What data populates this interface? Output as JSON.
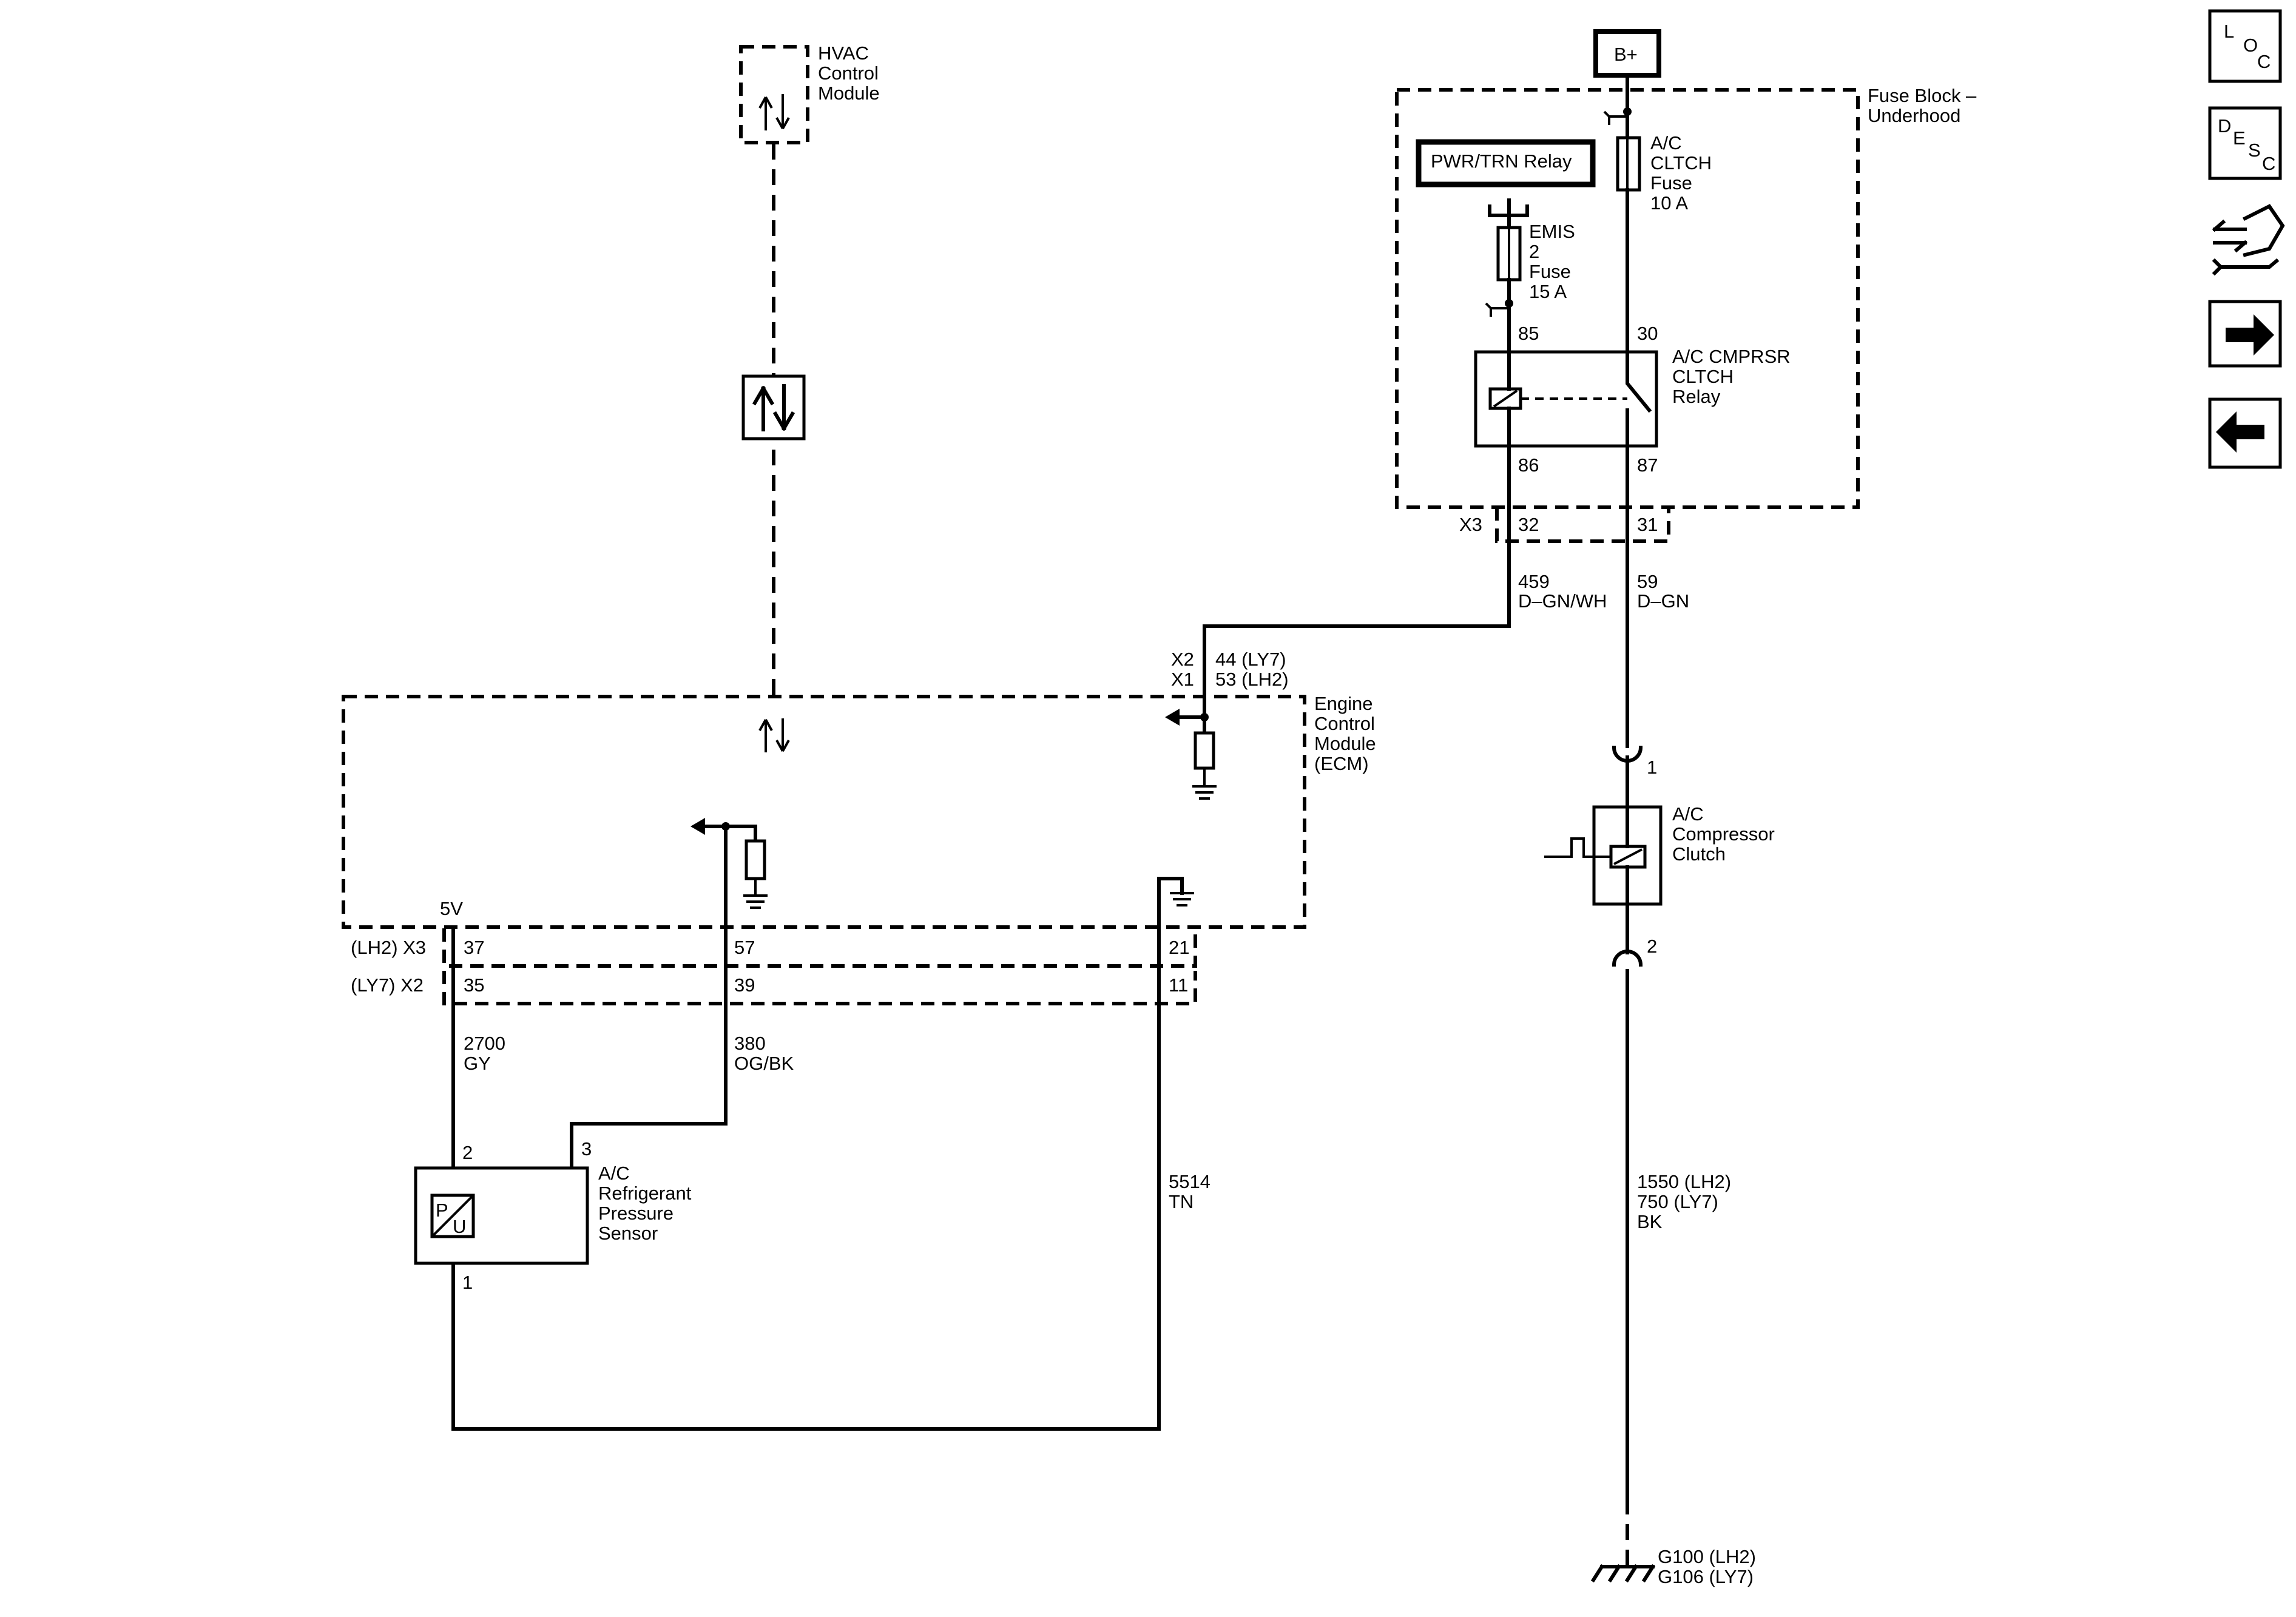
{
  "nav": {
    "loc": {
      "l": "L",
      "o": "O",
      "c": "C"
    },
    "desc": {
      "d": "D",
      "e": "E",
      "s": "S",
      "c": "C"
    }
  },
  "labels": {
    "hvac": [
      "HVAC",
      "Control",
      "Module"
    ],
    "b_plus": "B+",
    "fuse_block": [
      "Fuse Block –",
      "Underhood"
    ],
    "pwr_trn_relay": "PWR/TRN Relay",
    "ac_clutch_fuse": [
      "A/C",
      "CLTCH",
      "Fuse",
      "10 A"
    ],
    "emis_fuse": [
      "EMIS",
      "2",
      "Fuse",
      "15 A"
    ],
    "relay": [
      "A/C CMPRSR",
      "CLTCH",
      "Relay"
    ],
    "relay_pins": {
      "p85": "85",
      "p30": "30",
      "p86": "86",
      "p87": "87"
    },
    "x3_fuse_block": {
      "name": "X3",
      "p32": "32",
      "p31": "31"
    },
    "wire_459": [
      "459",
      "D–GN/WH"
    ],
    "wire_59": [
      "59",
      "D–GN"
    ],
    "ecm_connector": [
      "X2",
      "X1",
      "44 (LY7)",
      "53 (LH2)"
    ],
    "ecm": [
      "Engine",
      "Control",
      "Module",
      "(ECM)"
    ],
    "five_v": "5V",
    "ecm_x3": {
      "name": "(LH2) X3",
      "p37": "37",
      "p57": "57",
      "p21": "21"
    },
    "ecm_x2": {
      "name": "(LY7) X2",
      "p35": "35",
      "p39": "39",
      "p11": "11"
    },
    "wire_2700": [
      "2700",
      "GY"
    ],
    "wire_380": [
      "380",
      "OG/BK"
    ],
    "sensor_pins": {
      "p2": "2",
      "p3": "3",
      "p1": "1"
    },
    "sensor": [
      "A/C",
      "Refrigerant",
      "Pressure",
      "Sensor"
    ],
    "sensor_symbol": {
      "p": "P",
      "u": "U"
    },
    "wire_5514": [
      "5514",
      "TN"
    ],
    "clutch_pins": {
      "p1": "1",
      "p2": "2"
    },
    "clutch": [
      "A/C",
      "Compressor",
      "Clutch"
    ],
    "wire_1550": [
      "1550 (LH2)",
      "750 (LY7)",
      "BK"
    ],
    "ground": [
      "G100 (LH2)",
      "G106 (LY7)"
    ]
  }
}
